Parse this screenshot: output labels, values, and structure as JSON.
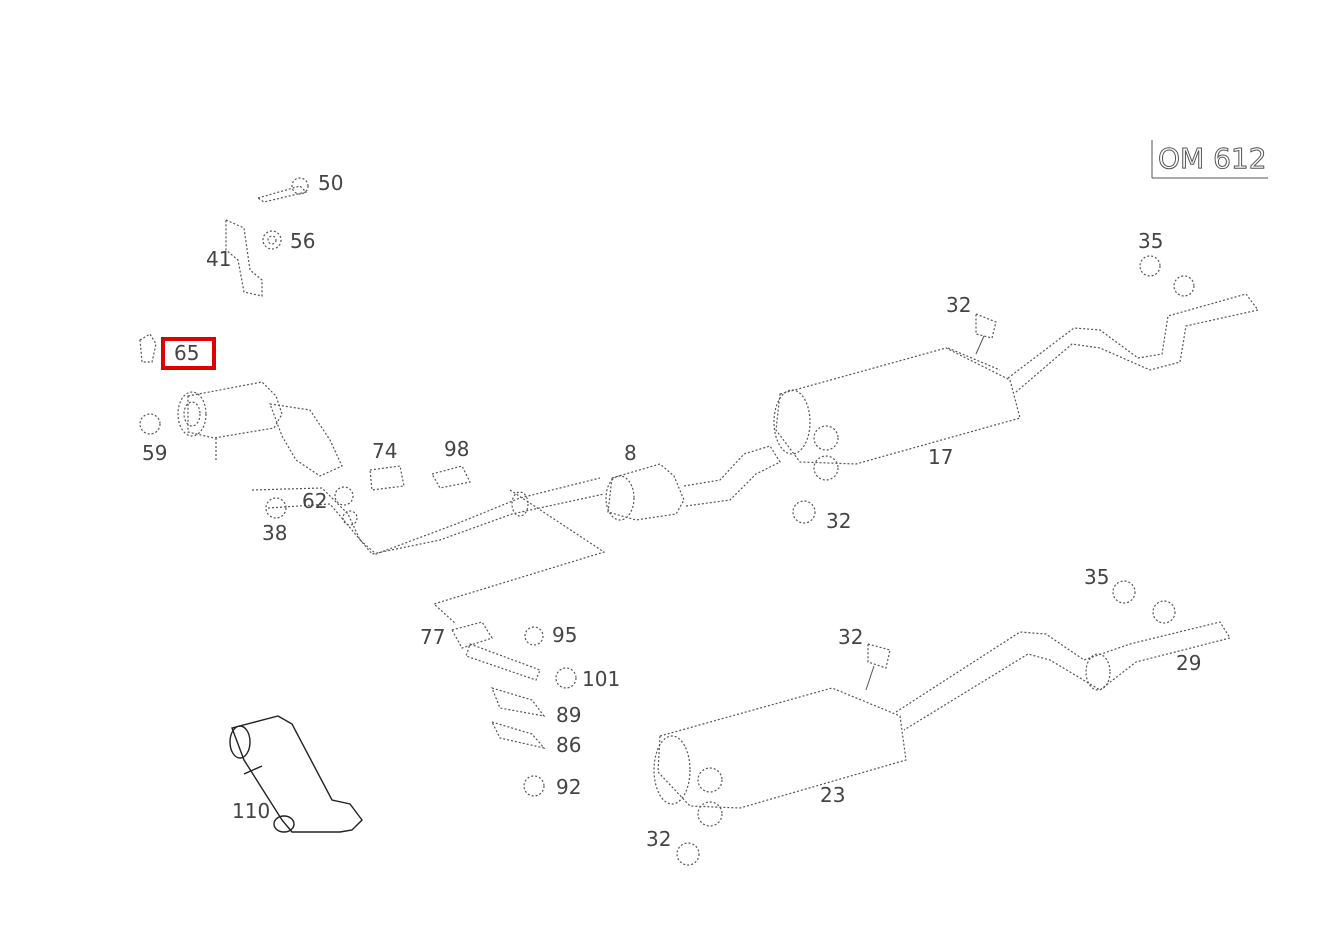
{
  "engine_label": "OM 612",
  "highlighted_part": "65",
  "colors": {
    "highlight": "#e00000",
    "line": "#555555"
  },
  "parts": {
    "p50": "50",
    "p56": "56",
    "p41": "41",
    "p65": "65",
    "p59": "59",
    "p74": "74",
    "p98": "98",
    "p8": "8",
    "p62": "62",
    "p38": "38",
    "p17": "17",
    "p32a": "32",
    "p32b": "32",
    "p35a": "35",
    "p77": "77",
    "p95": "95",
    "p101": "101",
    "p89": "89",
    "p86": "86",
    "p92": "92",
    "p110": "110",
    "p32c": "32",
    "p23": "23",
    "p32d": "32",
    "p35b": "35",
    "p29": "29"
  }
}
